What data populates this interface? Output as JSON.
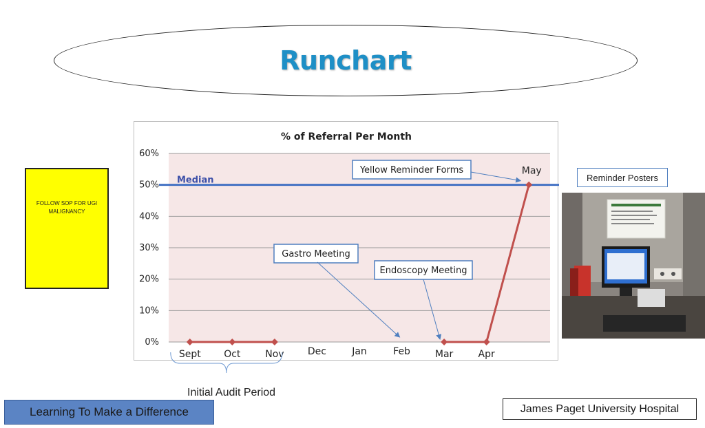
{
  "slide": {
    "title": "Runchart",
    "sop_note": "FOLLOW SOP FOR UGI MALIGNANCY",
    "poster_label": "Reminder Posters",
    "audit_label": "Initial Audit Period",
    "footer_left": "Learning To Make a Difference",
    "footer_right": "James Paget University Hospital"
  },
  "colors": {
    "title": "#1e8fc6",
    "sop_box": "#ffff00",
    "series_line": "#c0504d",
    "median_line": "#4472c4",
    "plot_background": "#f6e7e7",
    "footer_left_bg": "#5b84c4"
  },
  "chart_data": {
    "type": "line",
    "title": "% of Referral Per Month",
    "xlabel": "",
    "ylabel": "",
    "categories": [
      "Sept",
      "Oct",
      "Nov",
      "Dec",
      "Jan",
      "Feb",
      "Mar",
      "Apr",
      "May"
    ],
    "series": [
      {
        "values": [
          0,
          0,
          0,
          null,
          null,
          null,
          0,
          0,
          50
        ]
      }
    ],
    "ylim": [
      0,
      60
    ],
    "yticks": [
      0,
      10,
      20,
      30,
      40,
      50,
      60
    ],
    "ytick_labels": [
      "0%",
      "10%",
      "20%",
      "30%",
      "40%",
      "50%",
      "60%"
    ],
    "grid": true,
    "median": {
      "label": "Median",
      "value": 50
    },
    "point_labels": [
      {
        "category": "May",
        "text": "May"
      }
    ],
    "annotations": [
      {
        "text": "Yellow Reminder Forms",
        "target": "May"
      },
      {
        "text": "Gastro Meeting",
        "target": "Feb"
      },
      {
        "text": "Endoscopy Meeting",
        "target": "Mar"
      }
    ],
    "bracket": {
      "from": "Sept",
      "to": "Nov"
    }
  }
}
